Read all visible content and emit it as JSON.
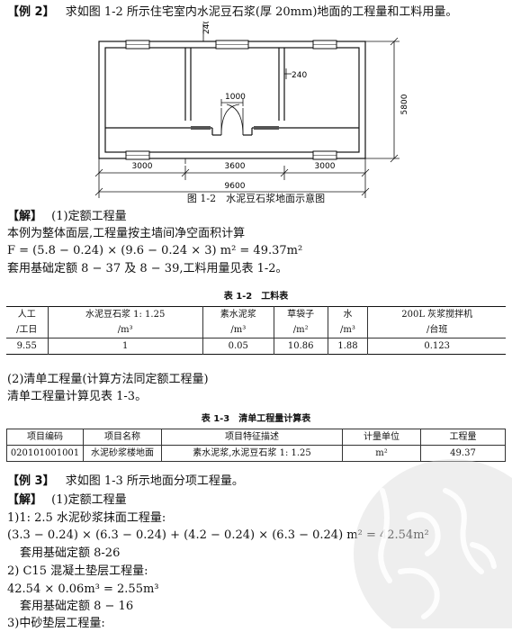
{
  "example2": {
    "tag": "【例 2】",
    "text": "求如图 1-2 所示住宅室内水泥豆石浆(厚 20mm)地面的工程量和工料用量。"
  },
  "figure": {
    "dims": {
      "wall": "240",
      "inner_wall": "240",
      "door": "1000",
      "depth": "5800",
      "left": "3000",
      "middle": "3600",
      "right": "3000",
      "total": "9600"
    },
    "caption": "图 1-2　水泥豆石浆地面示意图"
  },
  "solution2": {
    "tag": "【解】",
    "step1": "(1)定额工程量",
    "line1": "本例为整体面层,工程量按主墙间净空面积计算",
    "formula": "F = (5.8 − 0.24) × (9.6 − 0.24 × 3) m² = 49.37m²",
    "line3": "套用基础定额 8 − 37 及 8 − 39,工料用量见表 1-2。"
  },
  "table12": {
    "title": "表 1-2　工料表",
    "head1": [
      "人工",
      "水泥豆石浆 1: 1.25",
      "素水泥浆",
      "草袋子",
      "水",
      "200L 灰浆搅拌机"
    ],
    "head2": [
      "/工日",
      "/m³",
      "/m³",
      "/m²",
      "/m³",
      "/台班"
    ],
    "values": [
      "9.55",
      "1",
      "0.05",
      "10.86",
      "1.88",
      "0.123"
    ]
  },
  "step2": {
    "title": "(2)清单工程量(计算方法同定额工程量)",
    "line": "清单工程量计算见表 1-3。"
  },
  "table13": {
    "title": "表 1-3　清单工程量计算表",
    "headers": [
      "项目编码",
      "项目名称",
      "项目特征描述",
      "计量单位",
      "工程量"
    ],
    "row": [
      "020101001001",
      "水泥砂浆楼地面",
      "素水泥浆,水泥豆石浆 1: 1.25",
      "m²",
      "49.37"
    ]
  },
  "example3": {
    "tag": "【例 3】",
    "text": "求如图 1-3 所示地面分项工程量。",
    "sol_tag": "【解】",
    "sol_step": "(1)定额工程量",
    "l1": "1)1: 2.5 水泥砂浆抹面工程量:",
    "l2": "(3.3 − 0.24) × (6.3 − 0.24) + (4.2 − 0.24) × (6.3 − 0.24) m² = 42.54m²",
    "l3": "套用基础定额 8-26",
    "l4": "2) C15 混凝土垫层工程量:",
    "l5": "42.54 × 0.06m³ = 2.55m³",
    "l6": "套用基础定额 8 − 16",
    "l7": "3)中砂垫层工程量:"
  }
}
